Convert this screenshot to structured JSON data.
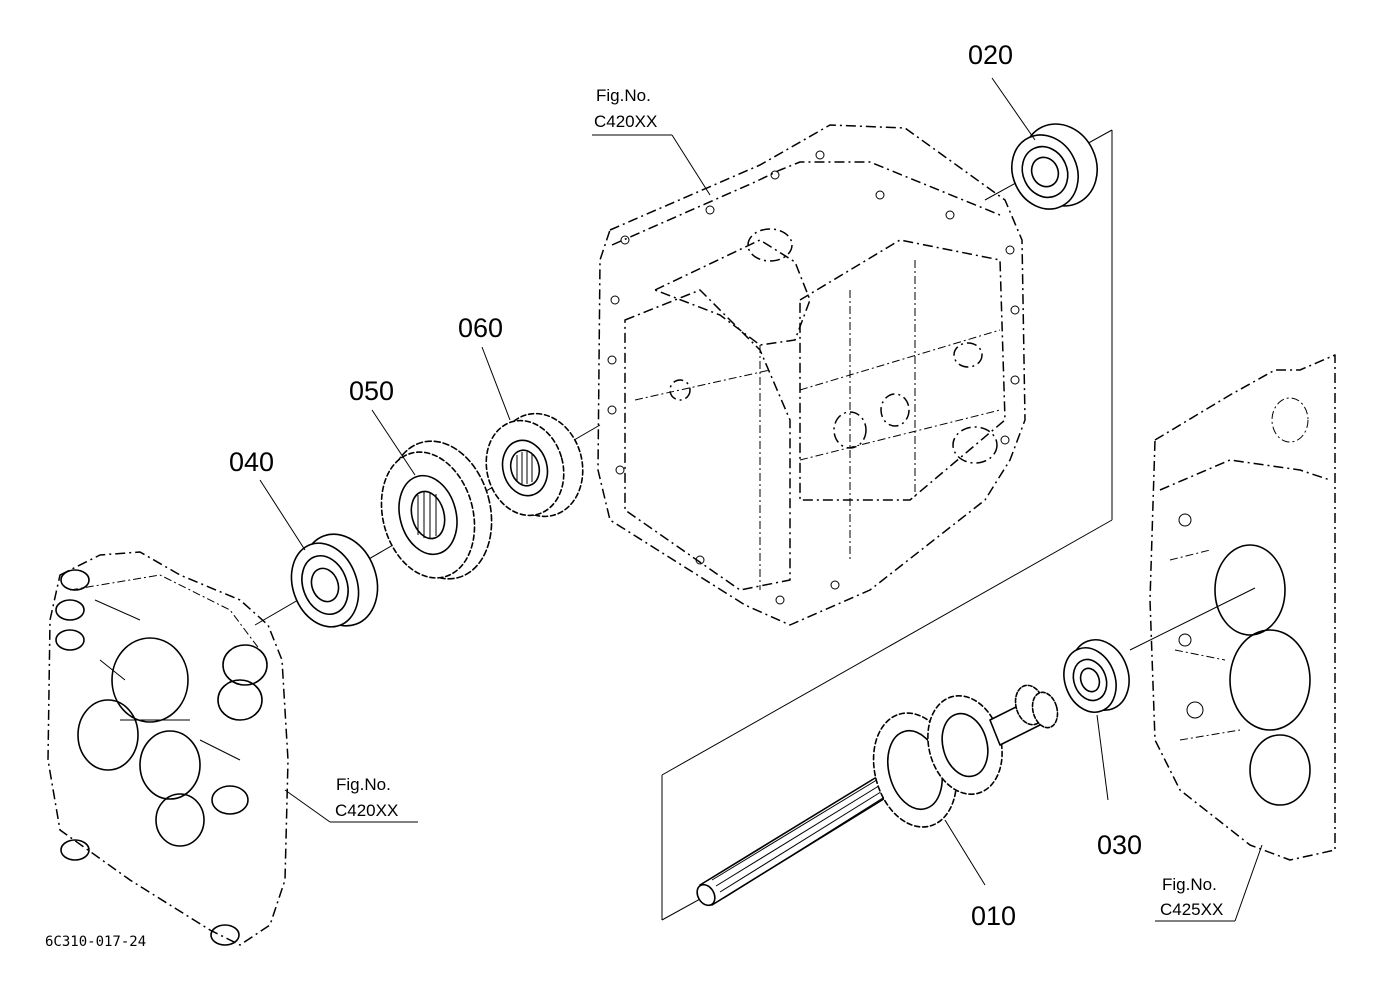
{
  "parts": [
    {
      "id": "part-010",
      "label": "010"
    },
    {
      "id": "part-020",
      "label": "020"
    },
    {
      "id": "part-030",
      "label": "030"
    },
    {
      "id": "part-040",
      "label": "040"
    },
    {
      "id": "part-050",
      "label": "050"
    },
    {
      "id": "part-060",
      "label": "060"
    }
  ],
  "references": {
    "top": {
      "line1": "Fig.No.",
      "line2": "C420XX"
    },
    "left": {
      "line1": "Fig.No.",
      "line2": "C420XX"
    },
    "right": {
      "line1": "Fig.No.",
      "line2": "C425XX"
    }
  },
  "drawing_id": "6C310-017-24"
}
